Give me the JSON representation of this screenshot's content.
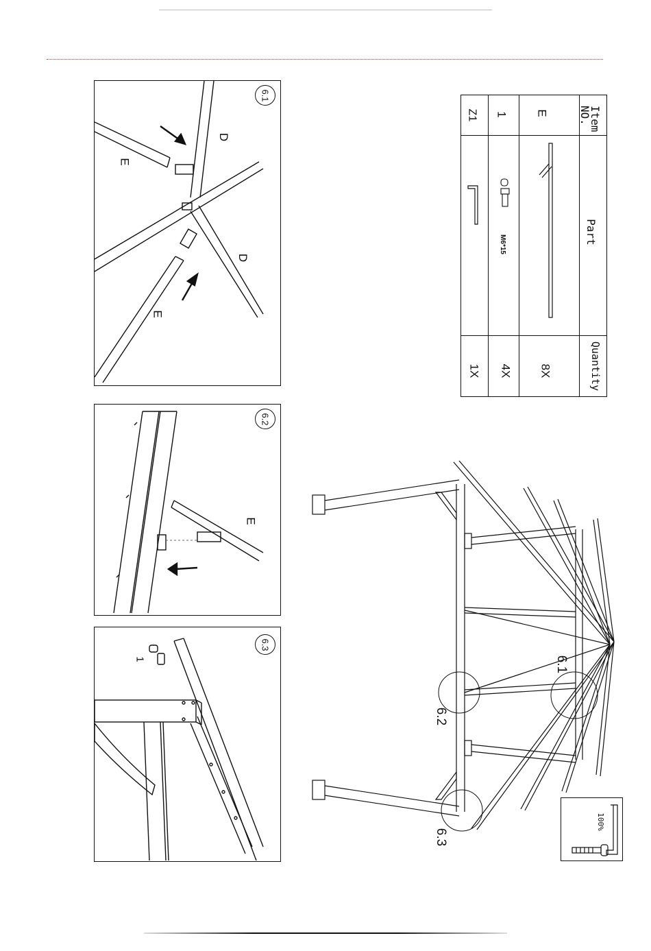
{
  "parts_table": {
    "headers": {
      "item": "Item NO.",
      "part": "Part",
      "quantity": "Quantity"
    },
    "rows": [
      {
        "item": "E",
        "part_icon": "long-tube-icon",
        "part_label": "",
        "quantity": "8X"
      },
      {
        "item": "1",
        "part_icon": "bolt-washer-icon",
        "part_label": "M6*15",
        "quantity": "4X"
      },
      {
        "item": "Z1",
        "part_icon": "allen-key-icon",
        "part_label": "",
        "quantity": "1X"
      }
    ]
  },
  "details": {
    "d1": {
      "step": "6.1",
      "labels": [
        "D",
        "E",
        "D",
        "E"
      ]
    },
    "d2": {
      "step": "6.2",
      "labels": [
        "E"
      ]
    },
    "d3": {
      "step": "6.3",
      "labels": [
        "1"
      ]
    }
  },
  "overview": {
    "callouts": [
      "6.1",
      "6.2",
      "6.3"
    ]
  },
  "scale_box": {
    "label": "100%"
  },
  "colors": {
    "accent_rule": "#c0392b",
    "line": "#111111"
  }
}
